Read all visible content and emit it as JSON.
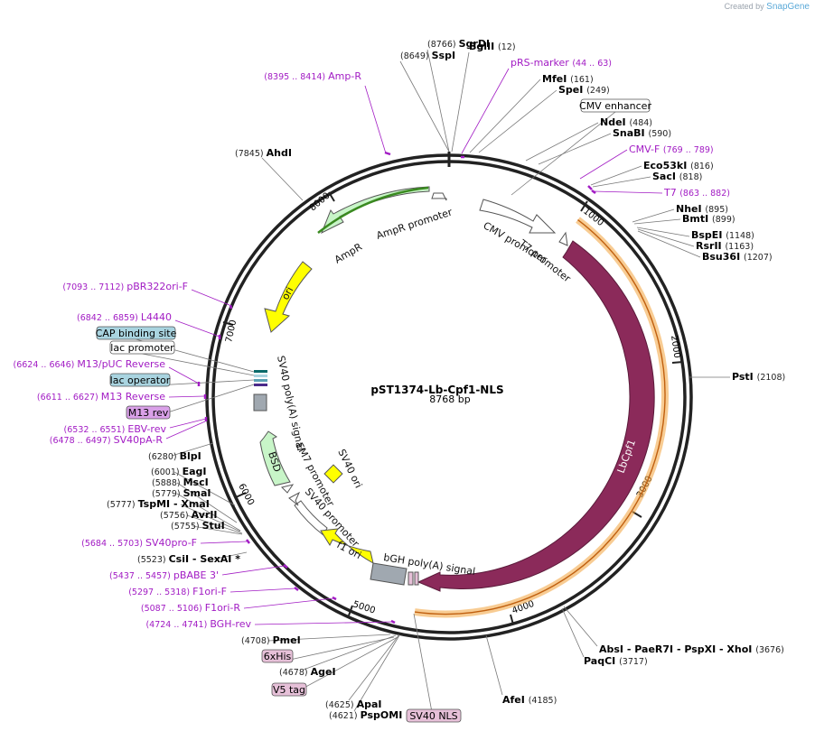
{
  "credit": {
    "prefix": "Created by",
    "brand": "SnapGene"
  },
  "plasmid": {
    "name": "pST1374-Lb-Cpf1-NLS",
    "size": "8768 bp"
  },
  "colors": {
    "backbone": "#222222",
    "cds_main": "#8b2a5a",
    "cds_highlight": "#f7c06a",
    "promoter": "#ffffff",
    "ori": "#ffff00",
    "marker": "#c8f5c8",
    "primer": "#a21cc4",
    "polyA": "#a0a8b0",
    "box_blue": "#a9d4e0",
    "box_pink": "#e6c0d8"
  },
  "ticks": [
    "1000",
    "2000",
    "3000",
    "4000",
    "5000",
    "6000",
    "7000",
    "8000"
  ],
  "enzymes": [
    {
      "pos": "(8766)",
      "name": "SgrDI"
    },
    {
      "pos": "(8649)",
      "name": "SspI"
    },
    {
      "pos": "(12)",
      "name": "BglII"
    },
    {
      "pos": "(161)",
      "name": "MfeI"
    },
    {
      "pos": "(249)",
      "name": "SpeI"
    },
    {
      "pos": "(484)",
      "name": "NdeI"
    },
    {
      "pos": "(590)",
      "name": "SnaBI"
    },
    {
      "pos": "(816)",
      "name": "Eco53kI"
    },
    {
      "pos": "(818)",
      "name": "SacI"
    },
    {
      "pos": "(895)",
      "name": "NheI"
    },
    {
      "pos": "(899)",
      "name": "BmtI"
    },
    {
      "pos": "(1148)",
      "name": "BspEI"
    },
    {
      "pos": "(1163)",
      "name": "RsrII"
    },
    {
      "pos": "(1207)",
      "name": "Bsu36I"
    },
    {
      "pos": "(2108)",
      "name": "PstI"
    },
    {
      "pos": "(3676)",
      "name": "AbsI  - PaeR7I  - PspXI  - XhoI"
    },
    {
      "pos": "(3717)",
      "name": "PaqCI"
    },
    {
      "pos": "(4185)",
      "name": "AfeI"
    },
    {
      "pos": "(4621)",
      "name": "PspOMI"
    },
    {
      "pos": "(4625)",
      "name": "ApaI"
    },
    {
      "pos": "(4678)",
      "name": "AgeI"
    },
    {
      "pos": "(4708)",
      "name": "PmeI"
    },
    {
      "pos": "(5523)",
      "name": "CsiI  - SexAI *"
    },
    {
      "pos": "(5755)",
      "name": "StuI"
    },
    {
      "pos": "(5756)",
      "name": "AvrII"
    },
    {
      "pos": "(5777)",
      "name": "TspMI  - XmaI"
    },
    {
      "pos": "(5779)",
      "name": "SmaI"
    },
    {
      "pos": "(5888)",
      "name": "MscI"
    },
    {
      "pos": "(6001)",
      "name": "EagI"
    },
    {
      "pos": "(6280)",
      "name": "BlpI"
    },
    {
      "pos": "(7845)",
      "name": "AhdI"
    }
  ],
  "primers": [
    {
      "range": "(8395 .. 8414)",
      "name": "Amp-R"
    },
    {
      "range": "(44 .. 63)",
      "name": "pRS-marker"
    },
    {
      "range": "(769 .. 789)",
      "name": "CMV-F"
    },
    {
      "range": "(863 .. 882)",
      "name": "T7"
    },
    {
      "range": "(7093 .. 7112)",
      "name": "pBR322ori-F"
    },
    {
      "range": "(6842 .. 6859)",
      "name": "L4440"
    },
    {
      "range": "(6624 .. 6646)",
      "name": "M13/pUC Reverse"
    },
    {
      "range": "(6611 .. 6627)",
      "name": "M13 Reverse"
    },
    {
      "range": "(6532 .. 6551)",
      "name": "EBV-rev"
    },
    {
      "range": "(6478 .. 6497)",
      "name": "SV40pA-R"
    },
    {
      "range": "(5684 .. 5703)",
      "name": "SV40pro-F"
    },
    {
      "range": "(5437 .. 5457)",
      "name": "pBABE 3'"
    },
    {
      "range": "(5297 .. 5318)",
      "name": "F1ori-F"
    },
    {
      "range": "(5087 .. 5106)",
      "name": "F1ori-R"
    },
    {
      "range": "(4724 .. 4741)",
      "name": "BGH-rev"
    }
  ],
  "boxed_features": [
    {
      "name": "CMV enhancer"
    },
    {
      "name": "CAP binding site"
    },
    {
      "name": "lac promoter"
    },
    {
      "name": "lac operator"
    },
    {
      "name": "M13 rev"
    },
    {
      "name": "6xHis"
    },
    {
      "name": "V5 tag"
    },
    {
      "name": "SV40 NLS"
    }
  ],
  "features": [
    {
      "name": "AmpR promoter"
    },
    {
      "name": "AmpR"
    },
    {
      "name": "ori"
    },
    {
      "name": "CMV promoter"
    },
    {
      "name": "T7 promoter"
    },
    {
      "name": "LbCpf1"
    },
    {
      "name": "SV40 poly(A) signal"
    },
    {
      "name": "EM7 promoter"
    },
    {
      "name": "BSD"
    },
    {
      "name": "SV40 ori"
    },
    {
      "name": "SV40 promoter"
    },
    {
      "name": "f1 ori"
    },
    {
      "name": "bGH poly(A) signal"
    }
  ]
}
